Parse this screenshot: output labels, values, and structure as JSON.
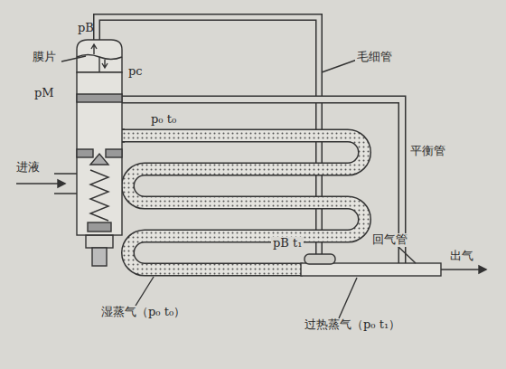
{
  "diagram": {
    "labels": [
      "pB",
      "膜片",
      "pc",
      "pM",
      "进液",
      "p₀ t₀",
      "毛细管",
      "平衡管",
      "pB t₁",
      "回气管",
      "出气",
      "湿蒸气（p₀ t₀）",
      "过热蒸气（p₀ t₁）"
    ]
  }
}
